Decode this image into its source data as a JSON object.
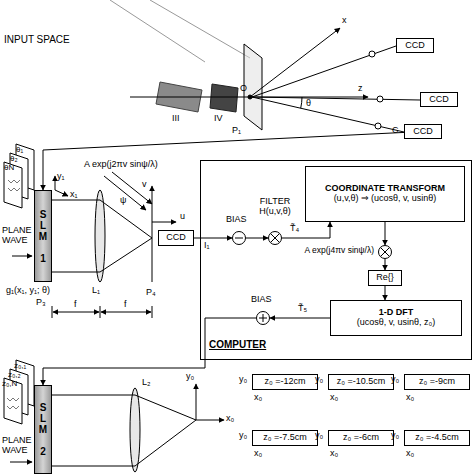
{
  "diagram": {
    "nodes": [
      {
        "text": [
          "CCD"
        ]
      },
      {
        "text": [
          "CCD"
        ]
      },
      {
        "text": [
          "CCD"
        ]
      },
      {
        "text": [
          "SLM 1"
        ]
      },
      {
        "text": [
          "CCD"
        ]
      },
      {
        "text": [
          "COMPUTER"
        ]
      },
      {
        "text": [
          "BIAS"
        ],
        "in": 5
      },
      {
        "text": [
          "FILTER H(u,v,θ)"
        ],
        "in": 5
      },
      {
        "text": [
          "COORDINATE TRANSFORM",
          "(u,v,θ) ⇒ (ucosθ, v, usinθ)"
        ],
        "in": 5
      },
      {
        "text": [
          "A exp(j4πv sinψ/λ)"
        ],
        "in": 5
      },
      {
        "text": [
          "Re{}"
        ],
        "in": 5
      },
      {
        "text": [
          "1-D DFT",
          "(ucosθ, v, usinθ, z₀)"
        ],
        "in": 5
      },
      {
        "text": [
          "BIAS"
        ],
        "in": 5
      },
      {
        "text": [
          "SLM 2"
        ]
      },
      {
        "text": [
          "z₀ =-12cm"
        ]
      },
      {
        "text": [
          "z₀ =-10.5cm"
        ]
      },
      {
        "text": [
          "z₀ =-9cm"
        ]
      },
      {
        "text": [
          "z₀ =-7.5cm"
        ]
      },
      {
        "text": [
          "z₀ =-6cm"
        ]
      },
      {
        "text": [
          "z₀ =-4.5cm"
        ]
      }
    ],
    "edges": [
      {
        "from": 2,
        "to": 3,
        "arrow": "to"
      },
      {
        "from": 4,
        "to": 6,
        "label": "I₁",
        "arrow": "to"
      },
      {
        "from": 6,
        "to": 7,
        "arrow": "to"
      },
      {
        "from": 7,
        "to": 8,
        "label": "T̃₄",
        "arrow": "to"
      },
      {
        "from": 8,
        "to": 9,
        "arrow": "to"
      },
      {
        "from": 9,
        "to": 10,
        "arrow": "to"
      },
      {
        "from": 10,
        "to": 11,
        "arrow": "to"
      },
      {
        "from": 11,
        "to": 12,
        "label": "T̃₅",
        "arrow": "to"
      },
      {
        "from": 12,
        "to": 13,
        "arrow": "to"
      }
    ],
    "labels": [
      "INPUT SPACE",
      "III",
      "IV",
      "O",
      "P₁",
      "θ",
      "x",
      "z",
      "C",
      "θ₁",
      "θ₂",
      "θN",
      "y₁",
      "x₁",
      "PLANE WAVE",
      "g₁(x₁, y₁; θ)",
      "P₃",
      "f",
      "f",
      "L₁",
      "A exp(j2πv sinψ/λ)",
      "ψ",
      "v",
      "u",
      "P₄",
      "z₀,₁",
      "z₀,₂",
      "z₀,N",
      "PLANE WAVE",
      "L₂",
      "y₀",
      "x₀",
      "y₀",
      "x₀",
      "y₀",
      "x₀",
      "y₀",
      "x₀",
      "y₀",
      "x₀",
      "y₀",
      "x₀",
      "y₀",
      "x₀"
    ]
  }
}
